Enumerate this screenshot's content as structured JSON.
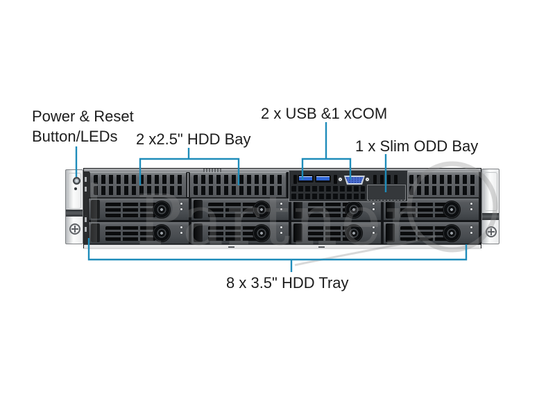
{
  "diagram": {
    "type": "server-front-panel-diagram",
    "callouts": {
      "power": {
        "line1": "Power & Reset",
        "line2": "Button/LEDs"
      },
      "hdd_bay": {
        "label": "2 x2.5\" HDD Bay"
      },
      "usb_com": {
        "label": "2 x USB &1 xCOM"
      },
      "odd_bay": {
        "label": "1 x Slim ODD Bay"
      },
      "hdd_tray": {
        "label": "8 x 3.5\" HDD Tray"
      }
    },
    "watermark": {
      "text": "Partner"
    },
    "colors": {
      "callout_line": "#1e8cba",
      "usb_port": "#2f66d6",
      "vga_port": "#4a6cd0",
      "chassis_dark": "#3a3d40",
      "watermark_gray": "#8f8f8f"
    }
  }
}
